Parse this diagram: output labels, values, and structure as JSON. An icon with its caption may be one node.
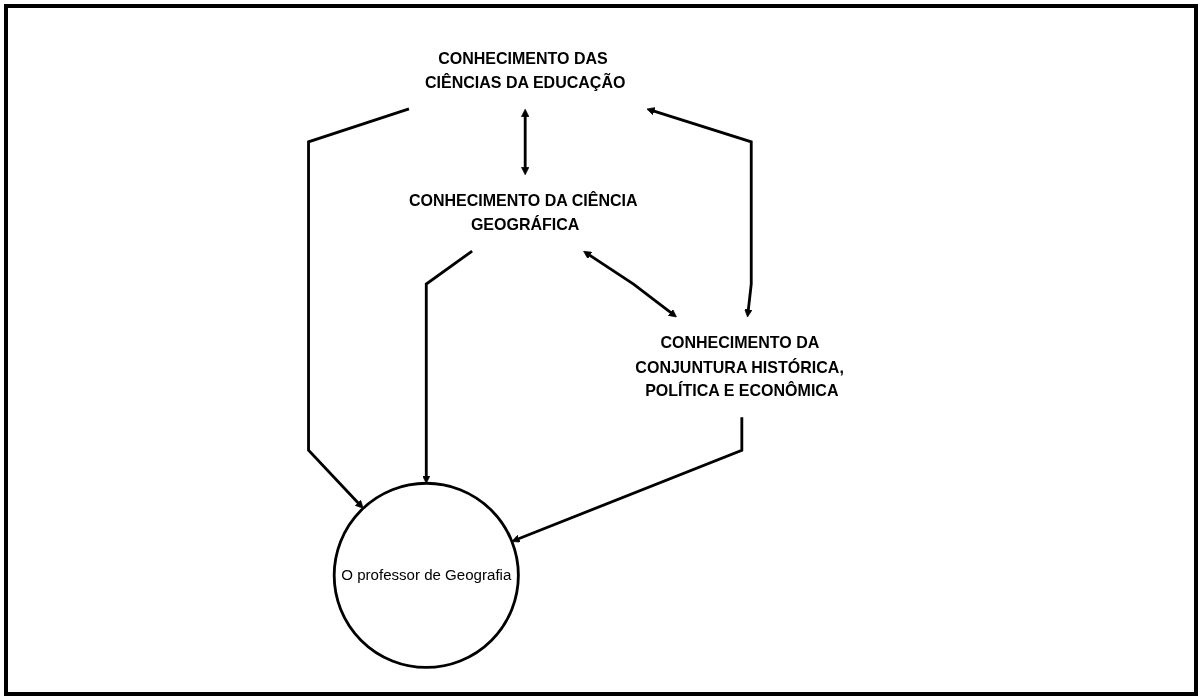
{
  "diagram": {
    "nodes": [
      {
        "text": [
          "CONHECIMENTO DAS CIÊNCIAS DA EDUCAÇÃO"
        ]
      },
      {
        "text": [
          "O professor de Geografia"
        ]
      },
      {
        "text": [
          "CONHECIMENTO DA CIÊNCIA GEOGRÁFICA"
        ]
      },
      {
        "text": [
          "CONHECIMENTO DA CONJUNTURA HISTÓRICA, POLÍTICA E ECONÔMICA"
        ]
      }
    ],
    "edges": [
      {
        "from": 0,
        "to": 1,
        "arrow": "to"
      },
      {
        "from": 0,
        "to": 2,
        "arrow": "both"
      },
      {
        "from": 0,
        "to": 3,
        "arrow": "both"
      },
      {
        "from": 2,
        "to": 1,
        "arrow": "to"
      },
      {
        "from": 3,
        "to": 1,
        "arrow": "to"
      },
      {
        "from": 2,
        "to": 3,
        "arrow": "both"
      }
    ]
  }
}
